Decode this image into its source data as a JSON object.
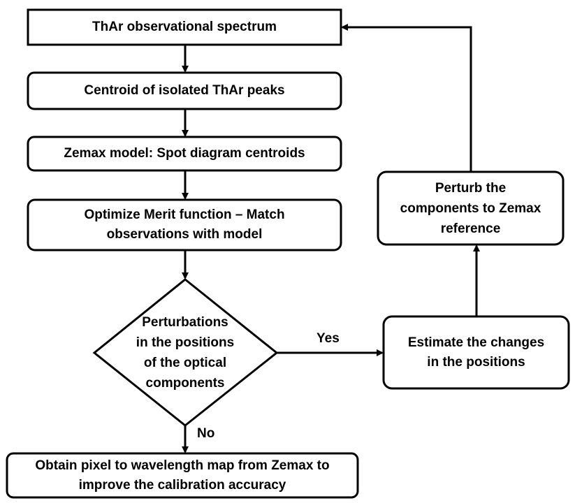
{
  "nodes": {
    "thar_spectrum": "ThAr observational spectrum",
    "centroid_peaks": "Centroid of isolated ThAr peaks",
    "zemax_model": "Zemax model: Spot diagram centroids",
    "optimize_merit": "Optimize Merit function – Match\nobservations with model",
    "perturbations_decision": "Perturbations\nin the positions\nof the optical\ncomponents",
    "estimate_changes": "Estimate the changes\nin the positions",
    "perturb_components": "Perturb the\ncomponents to Zemax\nreference",
    "obtain_map": "Obtain pixel to wavelength map from Zemax to\nimprove the calibration accuracy"
  },
  "edges": {
    "yes_label": "Yes",
    "no_label": "No"
  },
  "colors": {
    "stroke": "#000000",
    "fill": "#ffffff"
  }
}
